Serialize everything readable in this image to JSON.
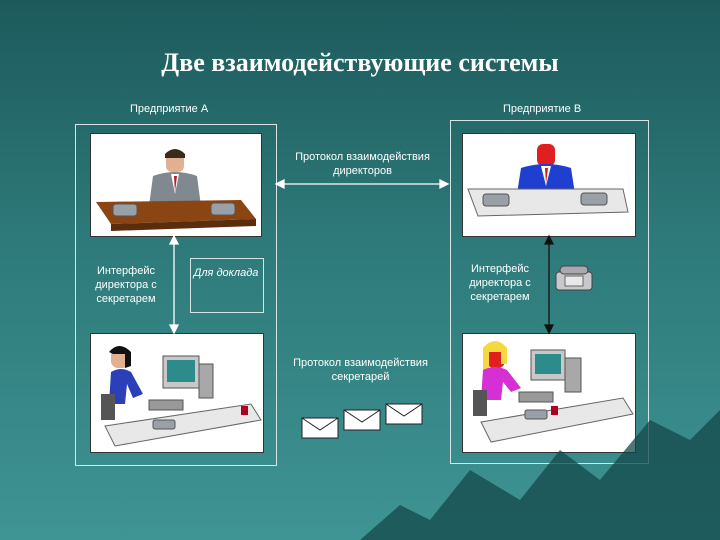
{
  "title": "Две взаимодействующие системы",
  "enterprise_a": "Предприятие A",
  "enterprise_b": "Предприятие B",
  "protocol_directors": "Протокол взаимодействия директоров",
  "protocol_secretaries": "Протокол взаимодействия секретарей",
  "interface_a": "Интерфейс директора с секретарем",
  "interface_b": "Интерфейс директора с секретарем",
  "report_note": "Для доклада",
  "colors": {
    "background": "#2e7a7a",
    "frame": "#d8e4e4",
    "desk": "#8b4513"
  }
}
